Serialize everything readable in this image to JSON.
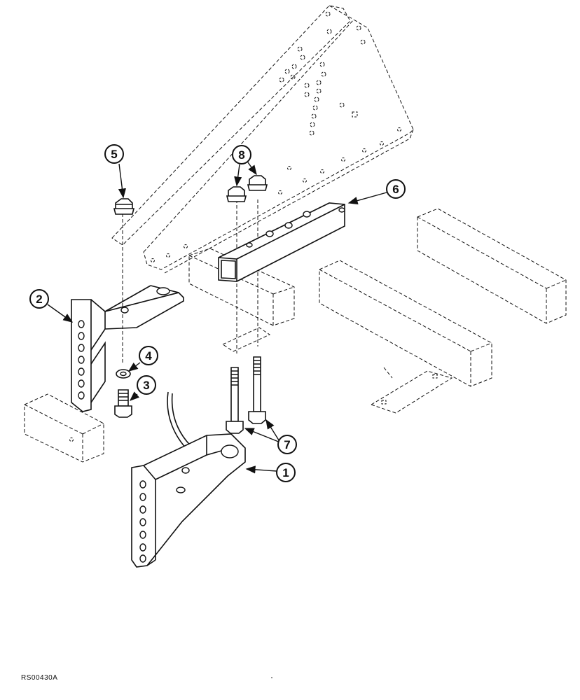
{
  "diagram": {
    "reference_code": "RS00430A",
    "callouts": [
      {
        "id": "1",
        "label": "1"
      },
      {
        "id": "2",
        "label": "2"
      },
      {
        "id": "3",
        "label": "3"
      },
      {
        "id": "4",
        "label": "4"
      },
      {
        "id": "5",
        "label": "5"
      },
      {
        "id": "6",
        "label": "6"
      },
      {
        "id": "7",
        "label": "7"
      },
      {
        "id": "8",
        "label": "8"
      }
    ]
  }
}
